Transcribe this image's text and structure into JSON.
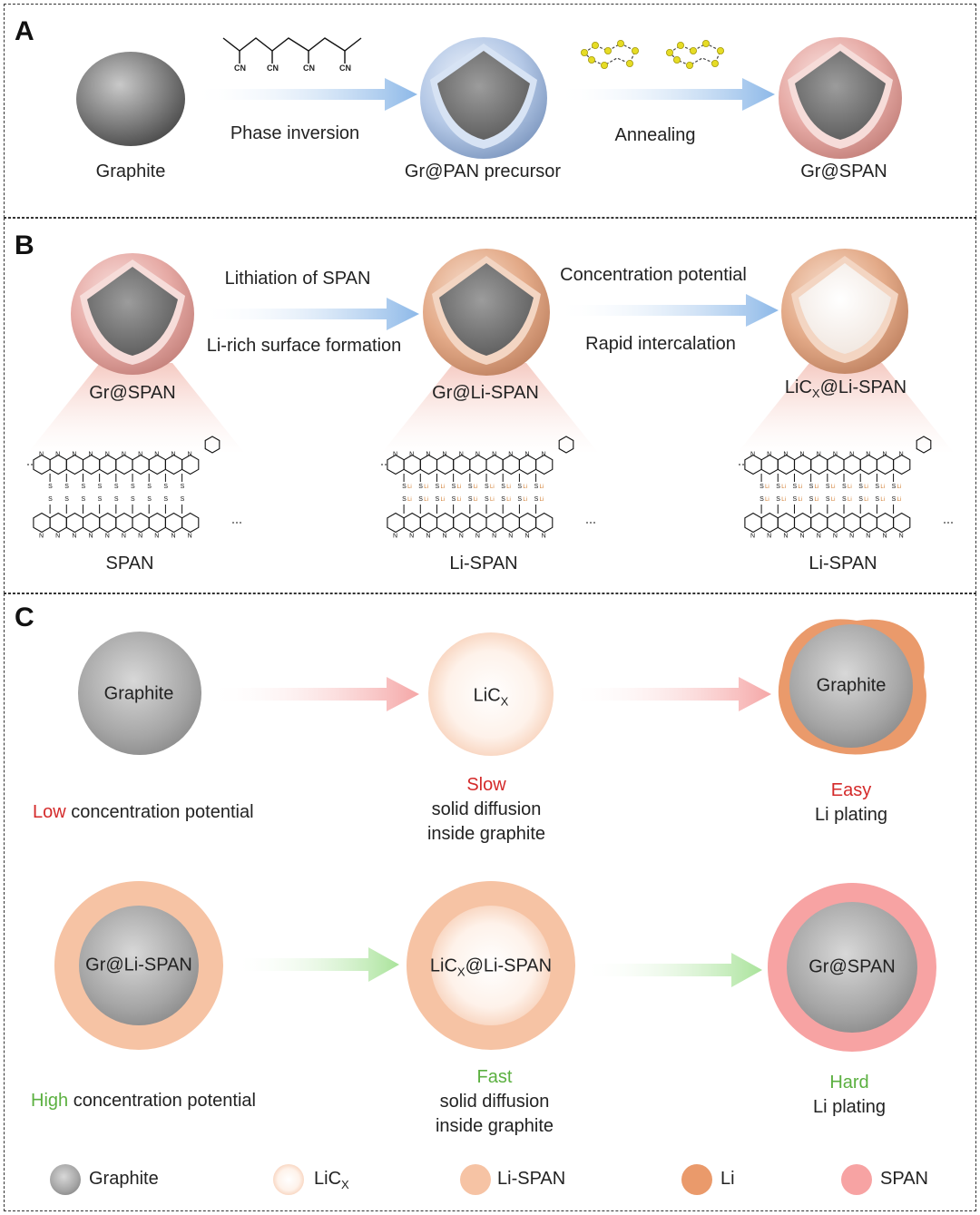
{
  "panelA": {
    "letter": "A",
    "graphite_label": "Graphite",
    "step1": "Phase inversion",
    "precursor_label": "Gr@PAN precursor",
    "step2": "Annealing",
    "product_label": "Gr@SPAN",
    "cn_label": "CN"
  },
  "panelB": {
    "letter": "B",
    "sphere1_label": "Gr@SPAN",
    "step1_top": "Lithiation of SPAN",
    "step1_bottom": "Li-rich surface formation",
    "sphere2_label": "Gr@Li-SPAN",
    "step2_top": "Concentration potential",
    "step2_bottom": "Rapid intercalation",
    "sphere3_label_main": "LiC",
    "sphere3_label_sub": "X",
    "sphere3_label_tail": "@Li-SPAN",
    "struct1_label": "SPAN",
    "struct2_label": "Li-SPAN",
    "struct3_label": "Li-SPAN"
  },
  "panelC": {
    "letter": "C",
    "row1": {
      "c1": "Graphite",
      "c2_main": "LiC",
      "c2_sub": "X",
      "c3": "Graphite",
      "left_colored": "Low",
      "left_rest": " concentration potential",
      "mid_colored": "Slow",
      "mid_line2": "solid diffusion",
      "mid_line3": "inside graphite",
      "right_colored": "Easy",
      "right_line2": "Li plating"
    },
    "row2": {
      "c1": "Gr@Li-SPAN",
      "c2_main": "LiC",
      "c2_sub": "X",
      "c2_tail": "@Li-SPAN",
      "c3": "Gr@SPAN",
      "left_colored": "High",
      "left_rest": " concentration potential",
      "mid_colored": "Fast",
      "mid_line2": "solid diffusion",
      "mid_line3": "inside graphite",
      "right_colored": "Hard",
      "right_line2": "Li plating"
    },
    "legend": {
      "graphite": "Graphite",
      "licx_main": "LiC",
      "licx_sub": "X",
      "lispan": "Li-SPAN",
      "li": "Li",
      "span": "SPAN"
    }
  },
  "colors": {
    "graphite": "#8a8a8a",
    "pan_shell": "#b9cdeb",
    "span_shell": "#e9aaa6",
    "lispan_shell": "#e9a982",
    "licx": "#fde6d8",
    "li": "#ea9a6b",
    "span_ring": "#f7a3a3",
    "red": "#d42a2a",
    "green": "#5bb040"
  }
}
